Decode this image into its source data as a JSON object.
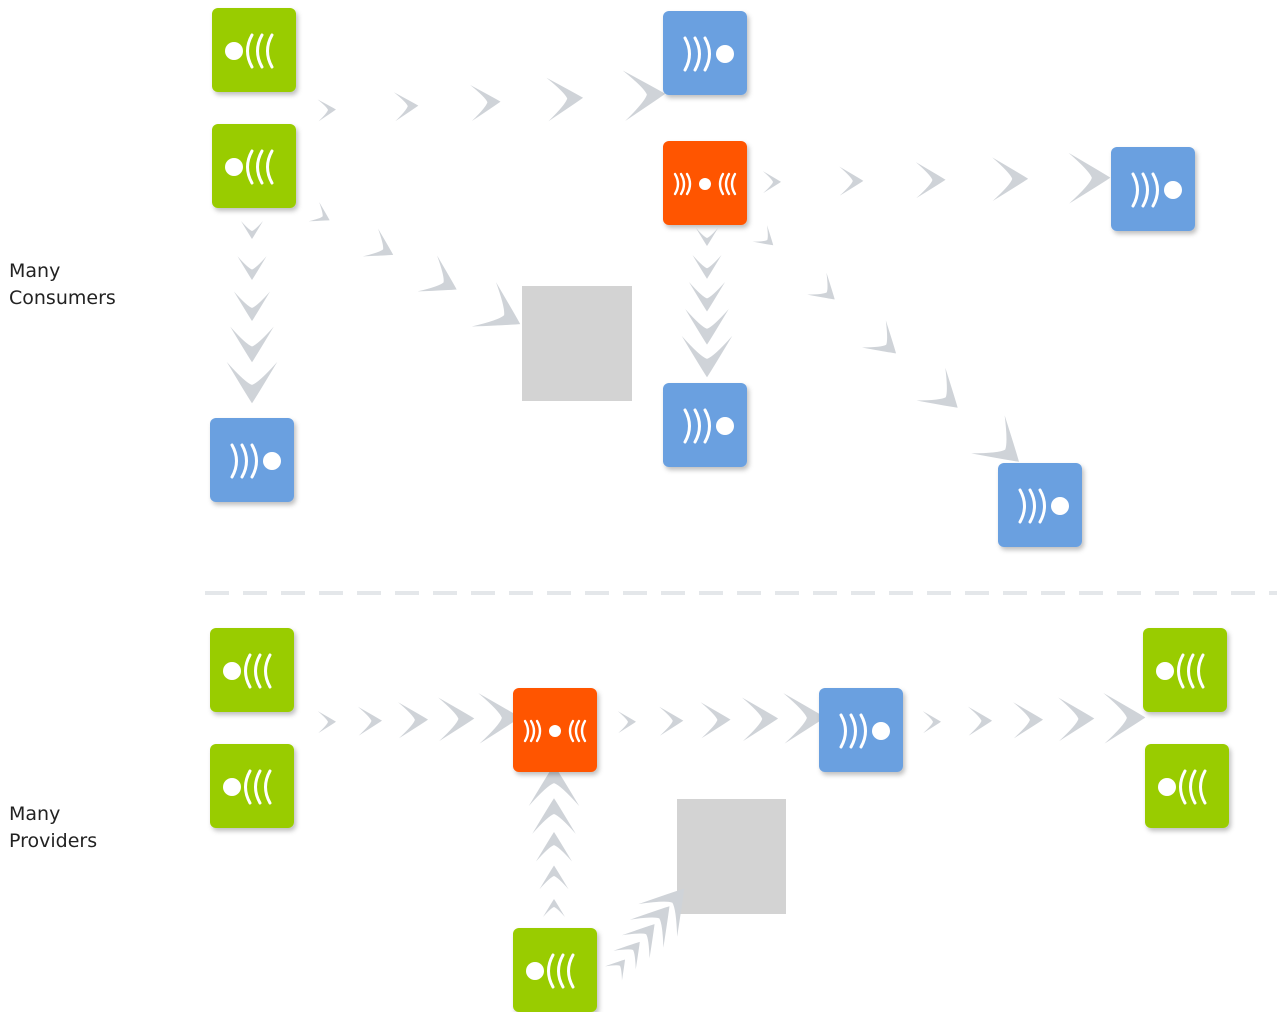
{
  "sections": [
    {
      "id": "consumers",
      "label_lines": [
        "Many",
        "Consumers"
      ]
    },
    {
      "id": "providers",
      "label_lines": [
        "Many",
        "Providers"
      ]
    }
  ],
  "colors": {
    "consumer": "#99cc00",
    "provider": "#6aa0e0",
    "broker": "#ff5500",
    "placeholder": "#d3d3d3",
    "arrow": "#cfd3d8",
    "divider": "#e4e7ea"
  },
  "node_types": {
    "consumer": "receive-waves-icon",
    "provider": "send-waves-icon",
    "broker": "relay-waves-icon"
  }
}
